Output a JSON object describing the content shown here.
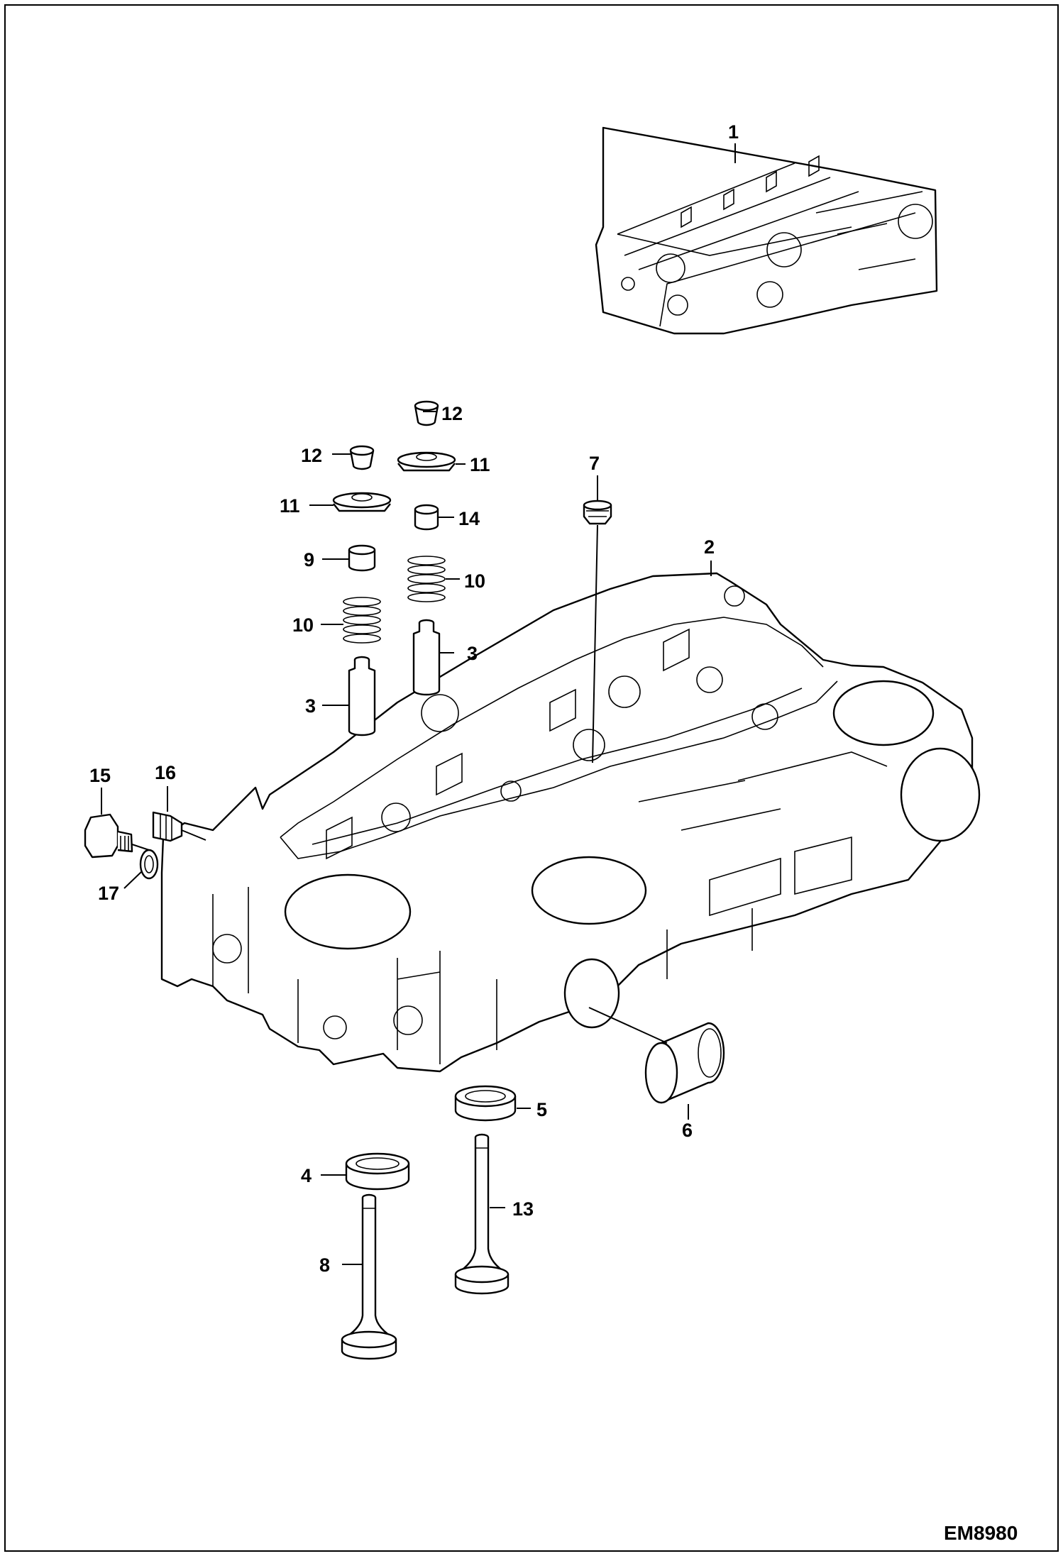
{
  "drawing": {
    "reference": "EM8980",
    "callouts": {
      "c1": "1",
      "c2": "2",
      "c3a": "3",
      "c3b": "3",
      "c4": "4",
      "c5": "5",
      "c6": "6",
      "c7": "7",
      "c8": "8",
      "c9": "9",
      "c10a": "10",
      "c10b": "10",
      "c11a": "11",
      "c11b": "11",
      "c12a": "12",
      "c12b": "12",
      "c13": "13",
      "c14": "14",
      "c15": "15",
      "c16": "16",
      "c17": "17"
    }
  },
  "colors": {
    "ink": "#000000",
    "paper": "#ffffff"
  }
}
